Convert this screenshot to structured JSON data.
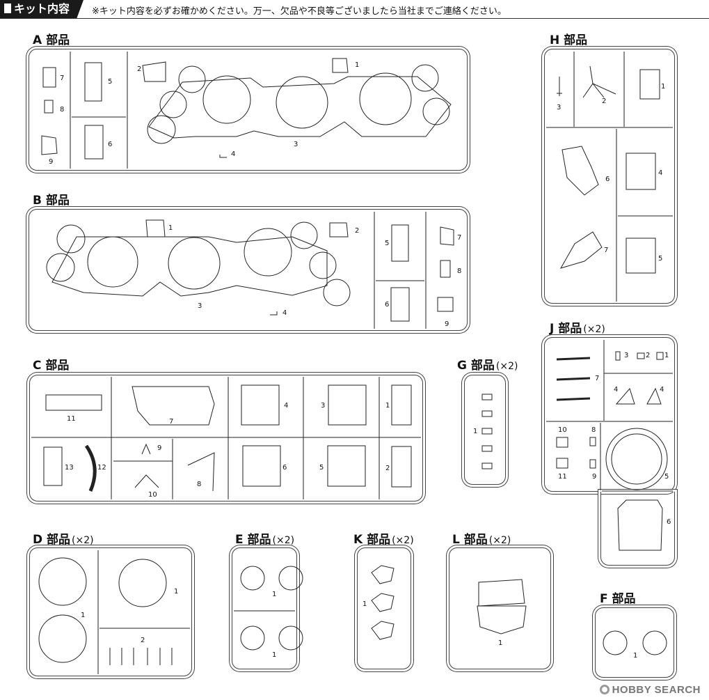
{
  "header": {
    "tab_label": "キット内容",
    "note": "※キット内容を必ずお確かめください。万一、欠品や不良等ございましたら当社までご連絡ください。"
  },
  "sprues": {
    "A": {
      "title": "A 部品",
      "mult": ""
    },
    "B": {
      "title": "B 部品",
      "mult": ""
    },
    "C": {
      "title": "C 部品",
      "mult": ""
    },
    "D": {
      "title": "D 部品",
      "mult": "(×2)"
    },
    "E": {
      "title": "E 部品",
      "mult": "(×2)"
    },
    "F": {
      "title": "F 部品",
      "mult": ""
    },
    "G": {
      "title": "G 部品",
      "mult": "(×2)"
    },
    "H": {
      "title": "H 部品",
      "mult": ""
    },
    "J": {
      "title": "J 部品",
      "mult": "(×2)"
    },
    "K": {
      "title": "K 部品",
      "mult": "(×2)"
    },
    "L": {
      "title": "L 部品",
      "mult": "(×2)"
    }
  },
  "part_numbers": {
    "A": [
      "7",
      "5",
      "8",
      "6",
      "9",
      "2",
      "1",
      "4",
      "3"
    ],
    "B": [
      "1",
      "2",
      "5",
      "7",
      "8",
      "6",
      "9",
      "3",
      "4"
    ],
    "C": [
      "11",
      "7",
      "4",
      "3",
      "1",
      "13",
      "12",
      "9",
      "8",
      "6",
      "5",
      "2",
      "10"
    ],
    "D": [
      "1",
      "1",
      "2"
    ],
    "E": [
      "1",
      "1"
    ],
    "F": [
      "1"
    ],
    "G": [
      "1"
    ],
    "H": [
      "3",
      "2",
      "1",
      "6",
      "4",
      "7",
      "5"
    ],
    "J": [
      "7",
      "3",
      "2",
      "1",
      "4",
      "4",
      "10",
      "8",
      "11",
      "9",
      "5",
      "6"
    ],
    "K": [
      "1"
    ],
    "L": [
      "1"
    ]
  },
  "watermark": "HOBBY SEARCH"
}
